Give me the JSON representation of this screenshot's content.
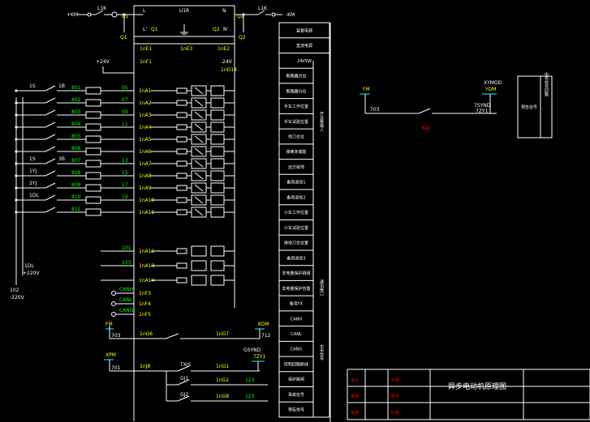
{
  "colors": {
    "wire": "#ffffff",
    "net": "#00ff00",
    "node": "#ffff00",
    "rungLabel": "#00ffff",
    "titleRed": "#ff0000",
    "background": "#000000"
  },
  "top": {
    "left_power": "+KM",
    "left_switch": "L1K",
    "left_tag": "Q1",
    "right_tag": "Q2",
    "right_switch": "L1K",
    "right_power": "-KM",
    "module_id": "U1R",
    "pin_l": "L",
    "pin_n": "N",
    "pin_l2": "L'",
    "pin_n2": "N'",
    "pin_q1": "Q1",
    "pin_q2": "Q2",
    "pin_g": "G",
    "jp1": "1nE1",
    "jp2": "1nE2",
    "jp3": "1nE3"
  },
  "supply": {
    "plus24": "+24V",
    "minus24": "-24V",
    "terminal_top": "1nF1",
    "terminal_rt": "1nD14",
    "rt": "-24V"
  },
  "left_rail": {
    "bus_top": "101",
    "bus_bottom": "+220V",
    "bottom_tag": "102",
    "bottom_val": "-220V",
    "bus_label": "1DL"
  },
  "input_rows": [
    {
      "wire": "801",
      "num": "05",
      "label": "1nA1",
      "sw": "1S",
      "sw2": "1B"
    },
    {
      "wire": "802",
      "num": "07",
      "label": "1nA2",
      "sw": "",
      "sw2": ""
    },
    {
      "wire": "803",
      "num": "09",
      "label": "1nA3",
      "sw": "",
      "sw2": ""
    },
    {
      "wire": "804",
      "num": "11",
      "label": "1nA4",
      "sw": "",
      "sw2": ""
    },
    {
      "wire": "805",
      "num": "",
      "label": "1nA5",
      "sw": "",
      "sw2": ""
    },
    {
      "wire": "806",
      "num": "",
      "label": "1nA6",
      "sw": "",
      "sw2": ""
    },
    {
      "wire": "807",
      "num": "13",
      "label": "1nA7",
      "sw": "1S",
      "sw2": "3B"
    },
    {
      "wire": "808",
      "num": "15",
      "label": "1nA8",
      "sw": "1YJ",
      "sw2": ""
    },
    {
      "wire": "809",
      "num": "17",
      "label": "1nA9",
      "sw": "2YJ",
      "sw2": ""
    },
    {
      "wire": "810",
      "num": "19",
      "label": "1nA10",
      "sw": "1DL",
      "sw2": ""
    },
    {
      "wire": "811",
      "num": "",
      "label": "1nA11",
      "sw": "",
      "sw2": ""
    }
  ],
  "extra_rows": [
    {
      "num": "101",
      "label": "1nA12"
    },
    {
      "num": "103",
      "label": "1nA13"
    },
    {
      "num": "",
      "label": "1nA14"
    }
  ],
  "comm": [
    {
      "net": "CANH",
      "label": "1nF3"
    },
    {
      "net": "CANL",
      "label": "1nF4"
    },
    {
      "net": "CANG",
      "label": "1nF5"
    }
  ],
  "output_rows": [
    {
      "left_net": "FM",
      "left_wire": "703",
      "term": "1nG6",
      "term2": "1nG7",
      "right_net": "KDM",
      "right_wire": "712"
    },
    {
      "left_net": "XPM",
      "left_wire": "701",
      "term": "1nJ8",
      "term2": "1nG1",
      "right_net": "GSYND",
      "right_wire": "7ZY1",
      "sw": "TXJS"
    }
  ],
  "bottom_rows": [
    {
      "sw": "GJ1",
      "term": "1nG2",
      "wire": "123"
    },
    {
      "sw": "GJ2",
      "term": "1nG8",
      "wire": "123"
    }
  ],
  "table": {
    "rows": [
      "装置电源",
      "直流电源",
      "24V5W",
      "断路器合位",
      "断路器分位",
      "手车工作位置",
      "手车试验位置",
      "地刀合位",
      "弹簧未储能",
      "远方就地",
      "备用遥信1",
      "备用遥信2",
      "小车工作位置",
      "小车试验位置",
      "接地刀合位置",
      "备用遥信3",
      "非电量保护跳闸",
      "非电量保护告警",
      "备用YX",
      "CANH",
      "CANL",
      "CANG",
      "控制回路断线",
      "保护跳闸",
      "事故信号",
      "预告信号"
    ],
    "group_label_input": "开关量输入",
    "group_label_comm": "通讯接口",
    "group_label_output": "中央信号"
  },
  "right_circuit": {
    "left_net": "FM",
    "left_wire": "703",
    "right_net": "XYMOD",
    "right_net2": "YDM",
    "right_label": "7SYND",
    "right_wire": "7ZY1",
    "relay": "KJD",
    "box_label": "预告信号",
    "box_side": "中央信号回路"
  },
  "title_block": {
    "title": "异步电动机原理图",
    "cells": [
      "设计",
      "审核",
      "批准",
      "日期",
      "图号",
      "比例"
    ]
  }
}
